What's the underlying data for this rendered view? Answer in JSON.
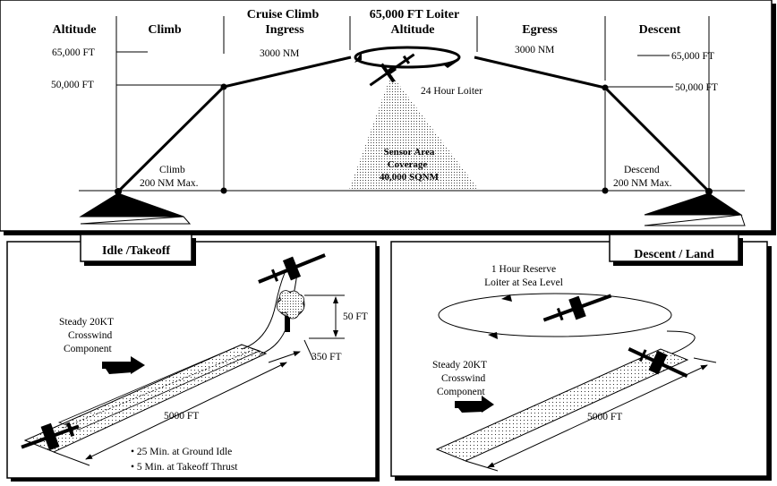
{
  "profile": {
    "phases": {
      "altitude": "Altitude",
      "climb": "Climb",
      "cruise_line1": "Cruise Climb",
      "cruise_line2": "Ingress",
      "loiter_line1": "65,000 FT Loiter",
      "loiter_line2": "Altitude",
      "egress": "Egress",
      "descent": "Descent"
    },
    "altitudes": {
      "left_65": "65,000 FT",
      "left_50": "50,000 FT",
      "right_65": "65,000 FT",
      "right_50": "50,000 FT"
    },
    "ingress_distance": "3000 NM",
    "egress_distance": "3000 NM",
    "loiter_duration": "24 Hour Loiter",
    "sensor_line1": "Sensor Area",
    "sensor_line2": "Coverage",
    "sensor_line3": "40,000 SQNM",
    "climb_line1": "Climb",
    "climb_line2": "200 NM Max.",
    "descend_line1": "Descend",
    "descend_line2": "200 NM Max."
  },
  "takeoff_panel": {
    "tab": "Idle /Takeoff",
    "wind_line1": "Steady 20KT",
    "wind_line2": "Crosswind",
    "wind_line3": "Component",
    "obstacle_height": "50 FT",
    "obstacle_distance": "350 FT",
    "runway_length": "5000 FT",
    "note1": "25 Min. at Ground Idle",
    "note2": "5 Min. at Takeoff Thrust"
  },
  "landing_panel": {
    "tab": "Descent / Land",
    "reserve_line1": "1 Hour Reserve",
    "reserve_line2": "Loiter at Sea Level",
    "wind_line1": "Steady 20KT",
    "wind_line2": "Crosswind",
    "wind_line3": "Component",
    "runway_length": "5000 FT"
  },
  "colors": {
    "ink": "#000000",
    "paper": "#ffffff",
    "shadow": "#000000",
    "dots": "#555555"
  }
}
